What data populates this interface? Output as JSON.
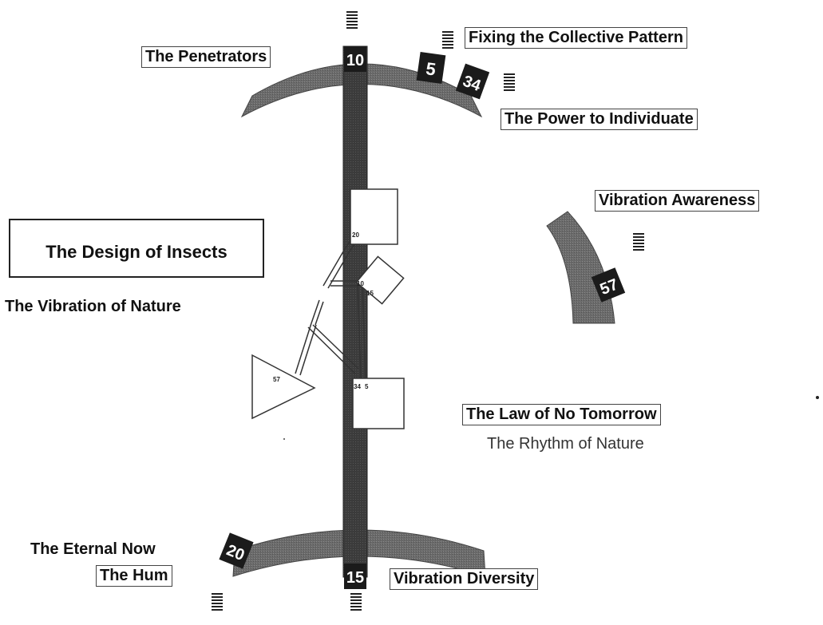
{
  "title_box": "The Design of Insects",
  "subtitle": "The Vibration of Nature",
  "channel_10_20": {
    "top_gate": "10",
    "bottom_gate": "15",
    "labels": {
      "the_penetrators": "The Penetrators",
      "vibration_diversity": "Vibration Diversity"
    }
  },
  "top_arc": {
    "gate_5": "5",
    "gate_34": "34",
    "fixing_label": "Fixing the Collective Pattern",
    "power_label": "The Power to Individuate"
  },
  "right_arc": {
    "gate_57": "57",
    "label": "Vibration Awareness"
  },
  "bottom_arc": {
    "gate_20": "20",
    "eternal_now": "The Eternal Now",
    "the_hum": "The Hum"
  },
  "law_box": "The Law of No Tomorrow",
  "law_sub": "The Rhythm of Nature",
  "chart_gates": {
    "g20": "20",
    "g10": "10",
    "g15": "15",
    "g57": "57",
    "g34": "34",
    "g5": "5"
  },
  "colors": {
    "arc_fill": "#6d6d6d",
    "channel_fill": "#3d3d3d",
    "gate_bg": "#1a1a1a",
    "gate_text": "#ffffff"
  }
}
